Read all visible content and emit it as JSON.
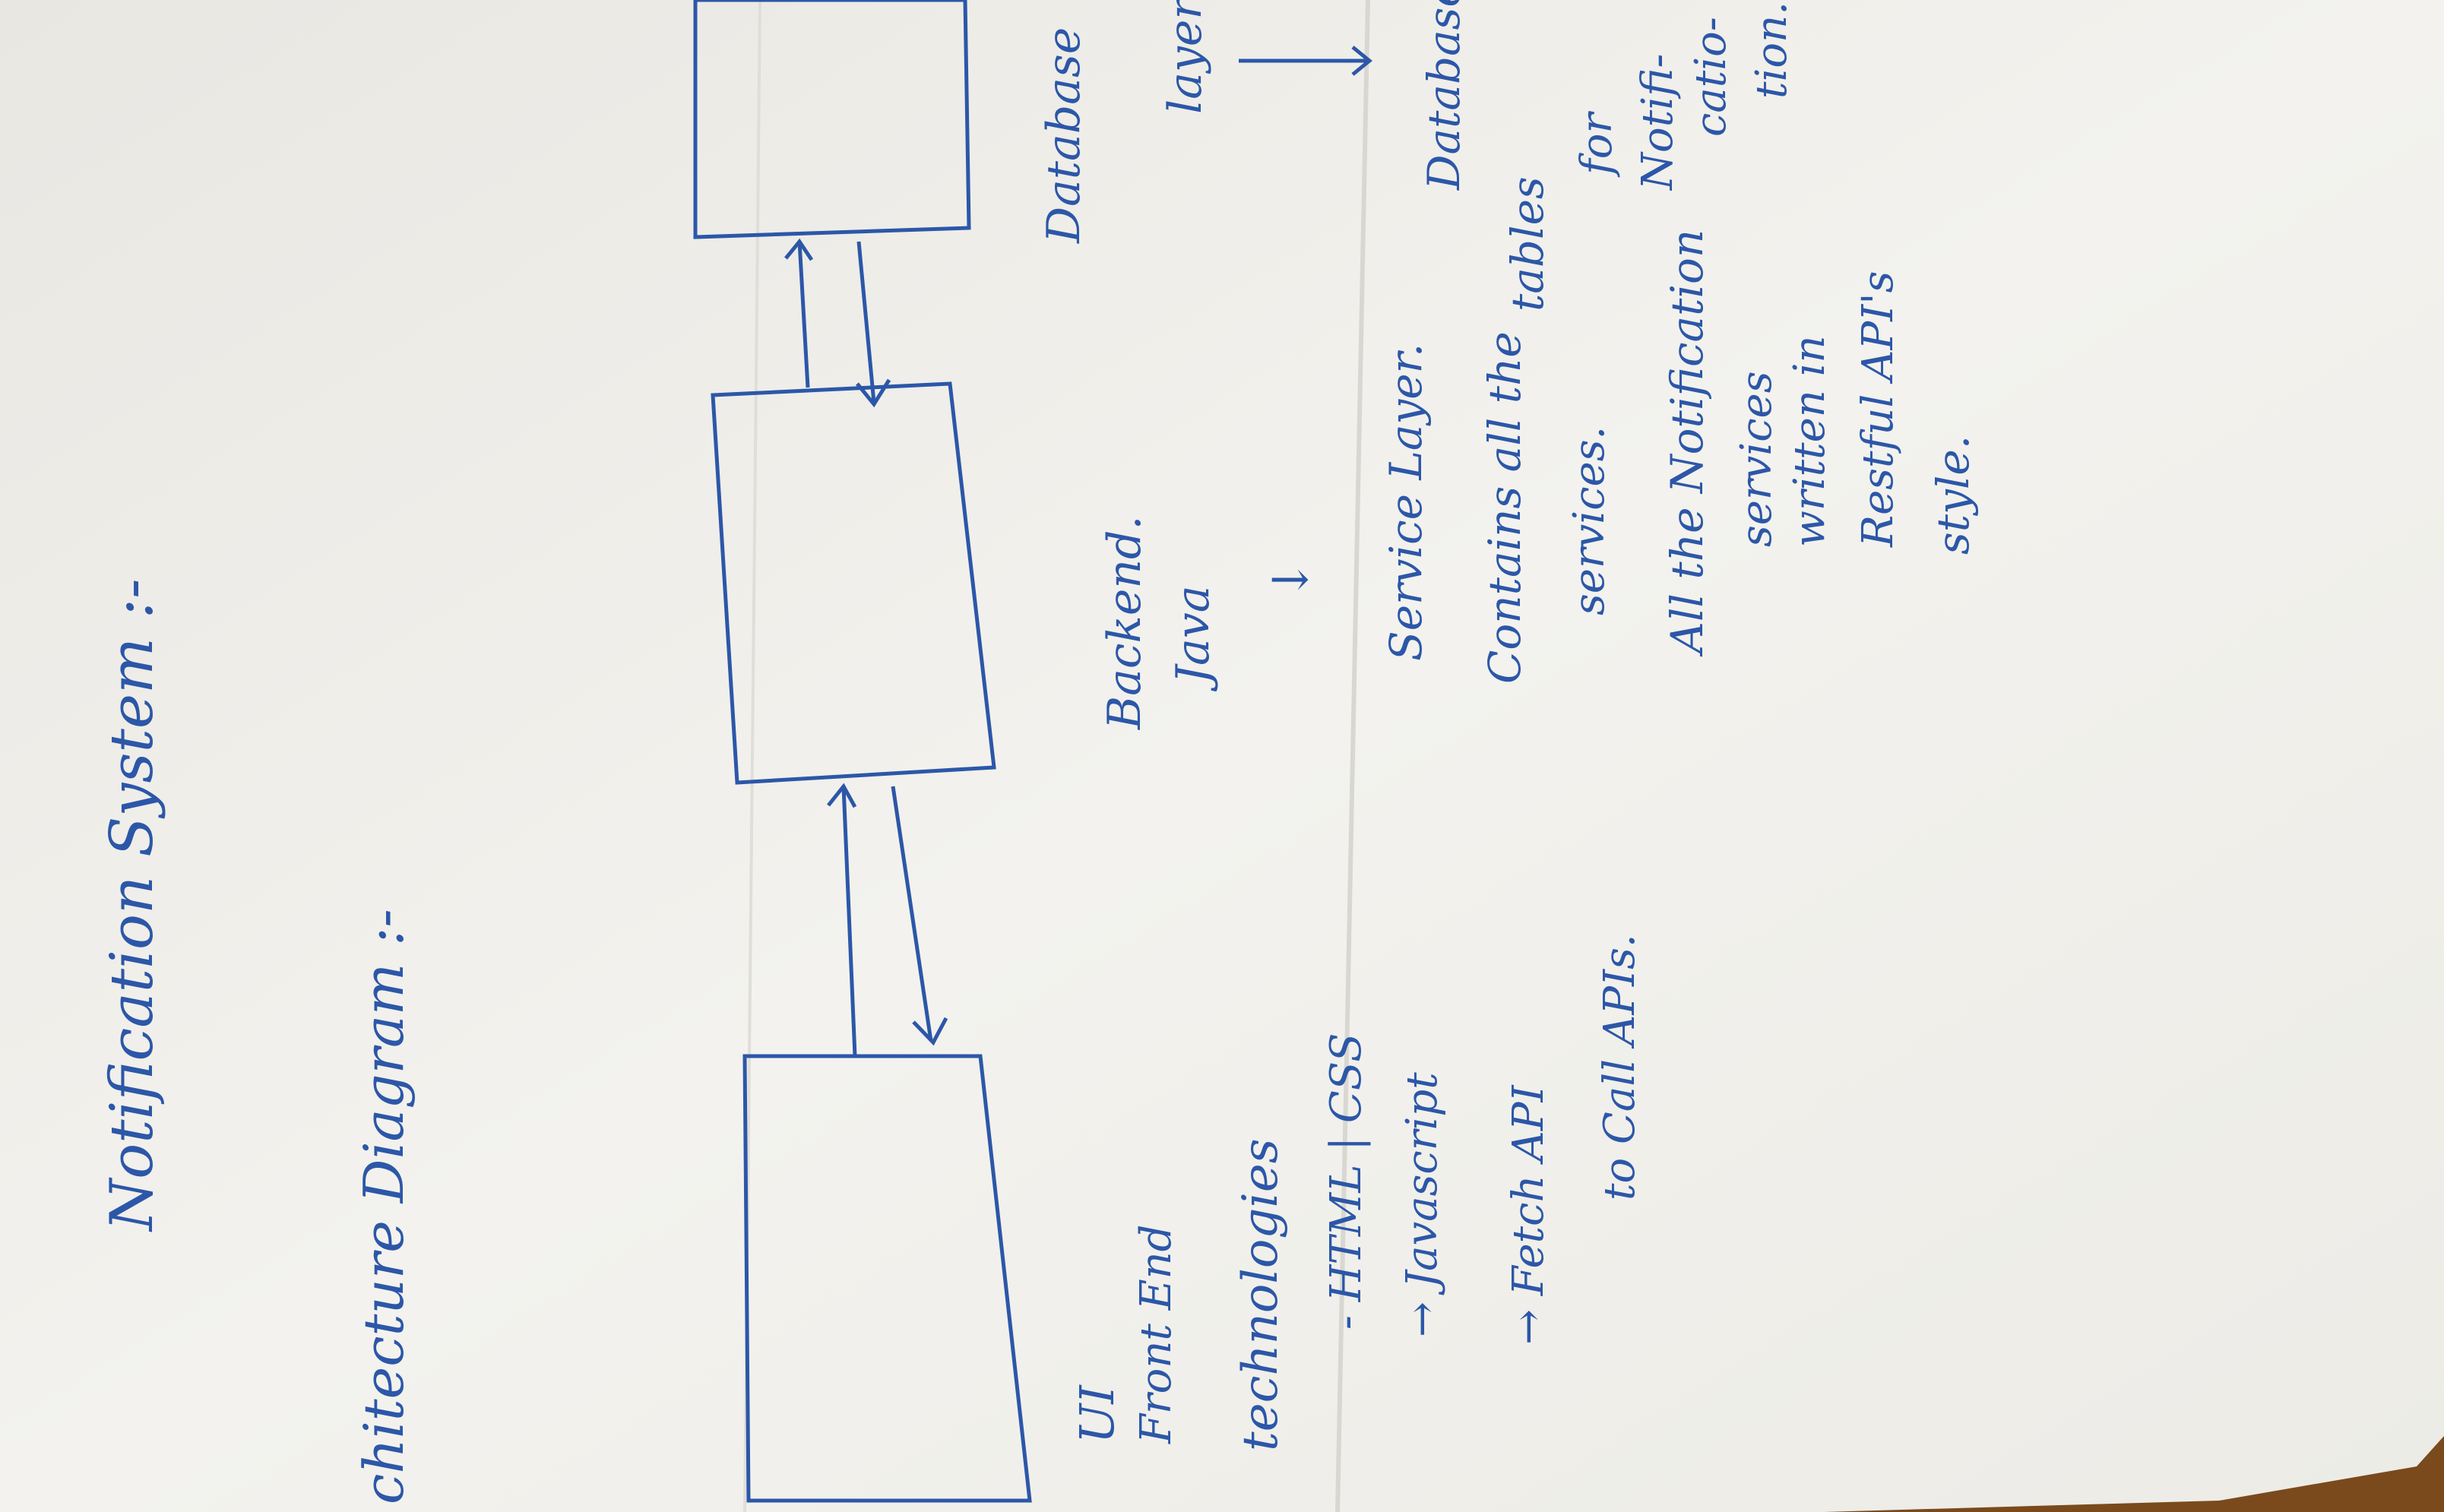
{
  "notes": {
    "title": "Notification System :-",
    "subtitle": "chitecture Diagram :-",
    "frontend_heading": "UI",
    "frontend_label": "Front End",
    "technologies_heading": "technologies",
    "tech_items": [
      "- HTML | CSS",
      "→ Javascript",
      "→ Fetch API",
      "to Call APIs."
    ],
    "backend_heading": "Backend.",
    "backend_lang": "Java",
    "backend_arrow": "↓",
    "backend_lines": [
      "Service Layer.",
      "Contains all the",
      "services.",
      "All the Notification",
      "services",
      "written in",
      "Restful API's",
      "style."
    ],
    "database_heading": "Database",
    "database_layer": "layer.",
    "database_lines": [
      "Database",
      "tables",
      "for",
      "Notifi-",
      "catio-",
      "tion."
    ]
  },
  "colors": {
    "paper": "#f1f0ec",
    "ink": "#2c57a8",
    "background": "#7a4a1c"
  }
}
